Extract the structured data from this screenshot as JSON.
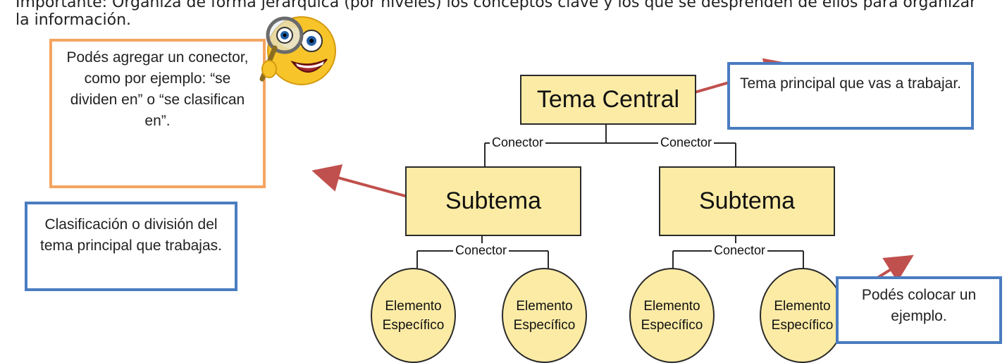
{
  "intro": {
    "line1": "Importante: Organizá de forma jerárquica (por niveles) los conceptos clave y los que se desprenden de ellos para organizar",
    "line2": "la información."
  },
  "notes": {
    "orange": "Podés agregar un conector, como por ejemplo: “se dividen en” o “se clasifican en”.",
    "tema": "Tema principal que vas a trabajar.",
    "subtema": "Clasificación o división del tema principal que trabajas.",
    "ejemplo": "Podés colocar un ejemplo."
  },
  "diagram": {
    "central": "Tema Central",
    "connector": "Conector",
    "subtemas": [
      "Subtema",
      "Subtema"
    ],
    "leaves": [
      {
        "line1": "Elemento",
        "line2": "Específico"
      },
      {
        "line1": "Elemento",
        "line2": "Específico"
      },
      {
        "line1": "Elemento",
        "line2": "Específico"
      },
      {
        "line1": "Elemento",
        "line2": "Específico"
      }
    ]
  },
  "icons": {
    "emoji": "magnifying-glass-emoji-icon",
    "arrow_color": "#c0504d"
  },
  "colors": {
    "box_fill": "#fbeba5",
    "blue_border": "#4a7cc0",
    "orange_border": "#f4a460"
  }
}
